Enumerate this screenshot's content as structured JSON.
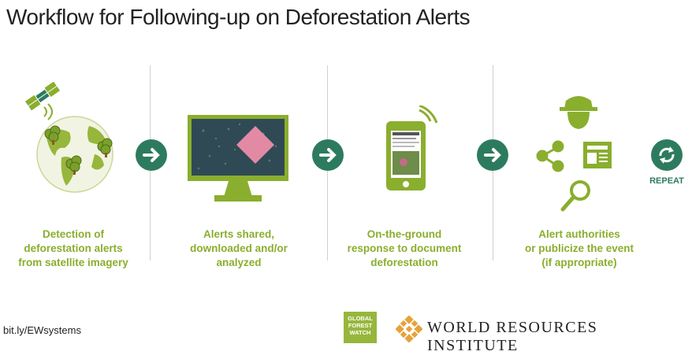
{
  "title": "Workflow for Following-up on Deforestation Alerts",
  "steps": [
    {
      "line1": "Detection of",
      "line2": "deforestation alerts",
      "line3": "from satellite imagery",
      "icon": "globe-satellite-icon"
    },
    {
      "line1": "Alerts shared,",
      "line2": "downloaded and/or",
      "line3": "analyzed",
      "icon": "monitor-icon"
    },
    {
      "line1": "On-the-ground",
      "line2": "response to document",
      "line3": "deforestation",
      "icon": "smartphone-icon"
    },
    {
      "line1": "Alert authorities",
      "line2": "or publicize the event",
      "line3": "(if appropriate)",
      "icon": "authorities-icon"
    }
  ],
  "repeat_label": "REPEAT",
  "footer": {
    "link": "bit.ly/EWsystems",
    "gfw_logo": "GLOBAL FOREST WATCH",
    "gfw_line1": "GLOBAL",
    "gfw_line2": "FOREST",
    "gfw_line3": "WATCH",
    "wri_name": "WORLD RESOURCES INSTITUTE"
  },
  "colors": {
    "green_light": "#8aae2e",
    "green_dark": "#2d7b5f",
    "pink": "#e28aa4",
    "screen": "#2f4a55"
  }
}
